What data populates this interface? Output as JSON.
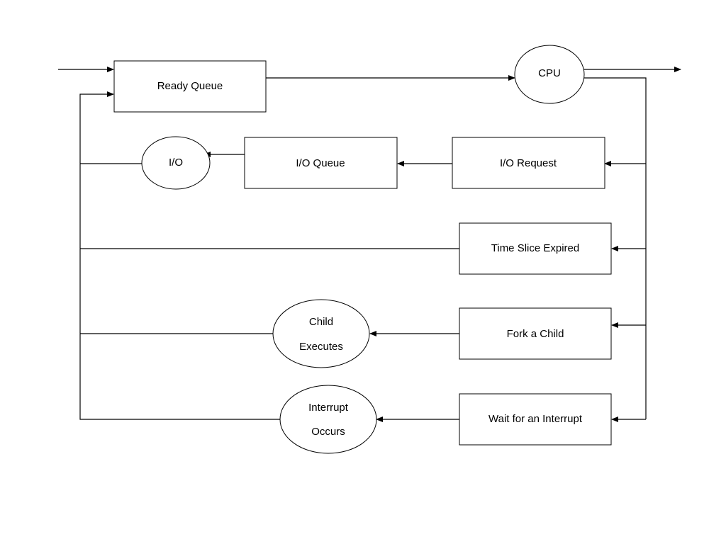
{
  "diagram": {
    "ready_queue": "Ready Queue",
    "cpu": "CPU",
    "io": "I/O",
    "io_queue": "I/O Queue",
    "io_request": "I/O Request",
    "time_slice_expired": "Time Slice Expired",
    "child_executes_line1": "Child",
    "child_executes_line2": "Executes",
    "fork_a_child": "Fork a Child",
    "interrupt_occurs_line1": "Interrupt",
    "interrupt_occurs_line2": "Occurs",
    "wait_for_interrupt": "Wait for an Interrupt"
  }
}
